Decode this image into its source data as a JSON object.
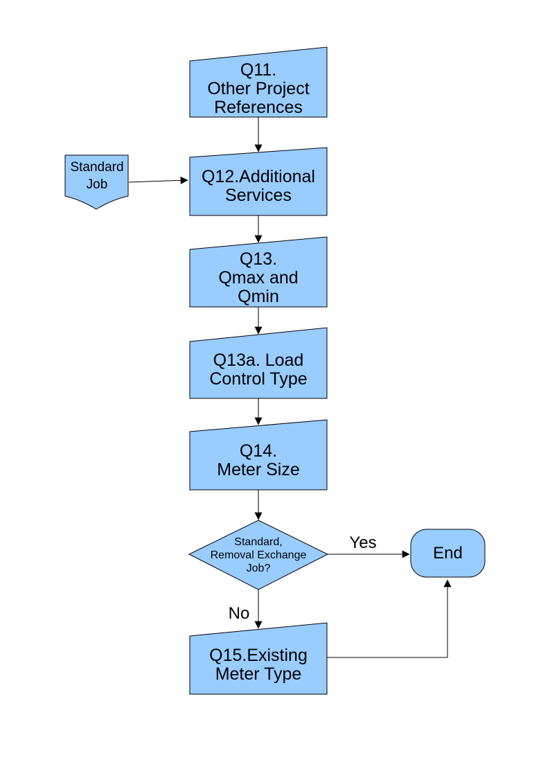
{
  "colors": {
    "node_fill": "#99CCFF",
    "node_stroke": "#000000",
    "connector": "#000000",
    "background": "#FFFFFF",
    "text": "#000000"
  },
  "nodes": {
    "q11": {
      "type": "process",
      "label": "Q11.\nOther Project\nReferences"
    },
    "standard_job": {
      "type": "offpage-connector",
      "label": "Standard\nJob"
    },
    "q12": {
      "type": "process",
      "label": "Q12.Additional\nServices"
    },
    "q13": {
      "type": "process",
      "label": "Q13.\nQmax and\nQmin"
    },
    "q13a": {
      "type": "process",
      "label": "Q13a. Load\nControl Type"
    },
    "q14": {
      "type": "process",
      "label": "Q14.\nMeter Size"
    },
    "decision": {
      "type": "decision",
      "label": "Standard,\nRemoval Exchange\nJob?"
    },
    "end": {
      "type": "terminator",
      "label": "End"
    },
    "q15": {
      "type": "process",
      "label": "Q15.Existing\nMeter Type"
    }
  },
  "edge_labels": {
    "yes": "Yes",
    "no": "No"
  }
}
